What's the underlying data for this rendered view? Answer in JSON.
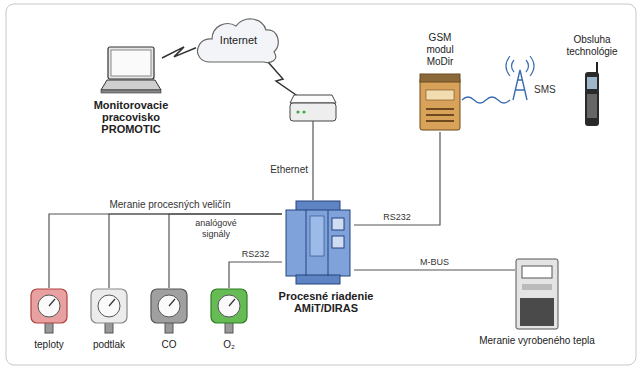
{
  "diagram": {
    "nodes": [
      {
        "text": [
          "Monitorovacie pracovisko PROMOTIC"
        ]
      },
      {
        "text": [
          "Internet"
        ]
      },
      {
        "text": [
          "GSM modul MoDir"
        ]
      },
      {
        "text": [
          "Obsluha technológie"
        ]
      },
      {
        "text": [
          "Procesné riadenie AMiT/DIRAS"
        ]
      },
      {
        "text": [
          "teploty"
        ]
      },
      {
        "text": [
          "podtlak"
        ]
      },
      {
        "text": [
          "CO"
        ]
      },
      {
        "text": [
          "O₂"
        ]
      },
      {
        "text": [
          "Meranie vyrobeného tepla"
        ]
      }
    ],
    "edges": [
      {
        "from": 0,
        "to": 1,
        "arrow": "none"
      },
      {
        "from": 4,
        "to": 2,
        "label": "RS232",
        "arrow": "none"
      },
      {
        "from": 5,
        "to": 4,
        "arrow": "none"
      },
      {
        "from": 6,
        "to": 4,
        "arrow": "none"
      },
      {
        "from": 7,
        "to": 4,
        "arrow": "none"
      },
      {
        "from": 8,
        "to": 4,
        "label": "RS232",
        "arrow": "none"
      },
      {
        "from": 4,
        "to": 9,
        "label": "M-BUS",
        "arrow": "none"
      }
    ],
    "labels": [
      "Ethernet",
      "Meranie procesných veličín",
      "analógové signály",
      "SMS"
    ]
  }
}
